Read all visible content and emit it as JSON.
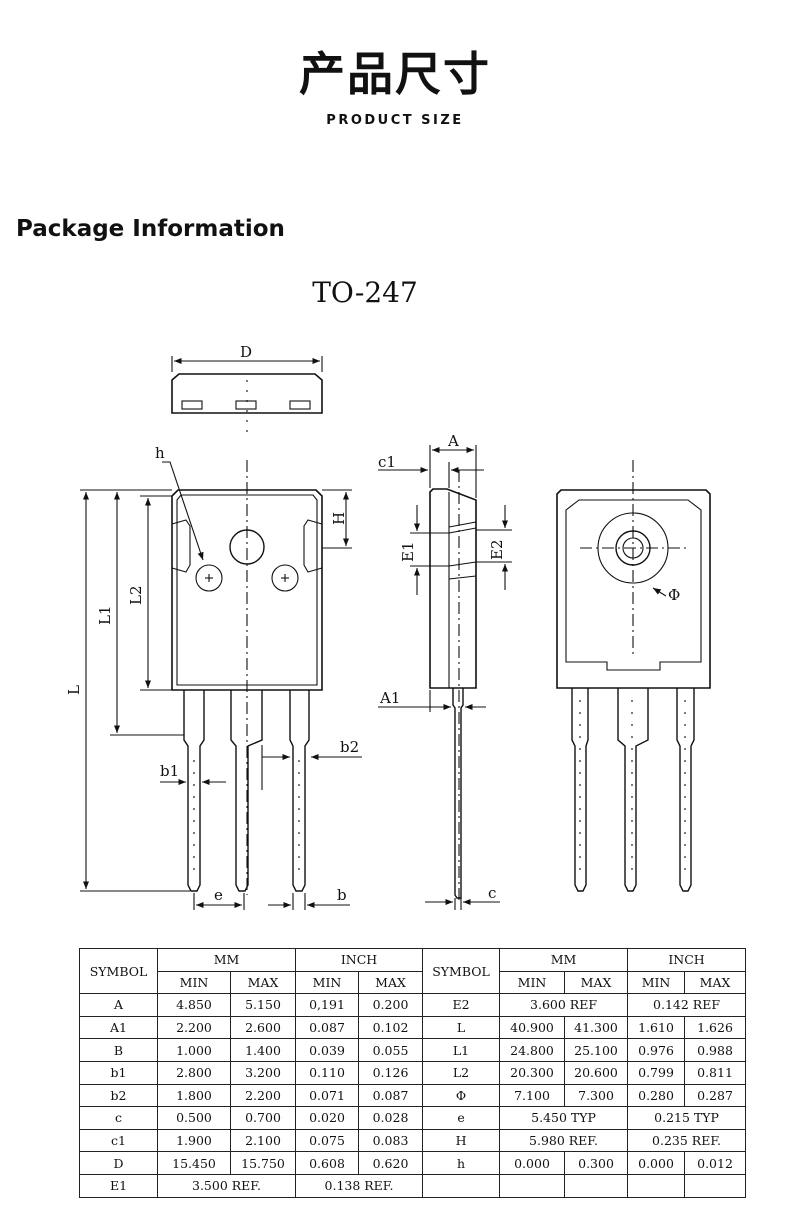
{
  "header": {
    "title_cn": "产品尺寸",
    "title_en": "PRODUCT SIZE"
  },
  "section": {
    "title": "Package Information",
    "package": "TO-247"
  },
  "drawing_labels": {
    "D": "D",
    "h": "h",
    "H": "H",
    "L": "L",
    "L1": "L1",
    "L2": "L2",
    "b1": "b1",
    "b2": "b2",
    "e": "e",
    "b": "b",
    "A": "A",
    "c1": "c1",
    "E1": "E1",
    "E2": "E2",
    "A1": "A1",
    "c": "c",
    "phi": "Φ"
  },
  "table": {
    "headers": {
      "symbol": "SYMBOL",
      "mm": "MM",
      "inch": "INCH",
      "min": "MIN",
      "max": "MAX"
    },
    "left": [
      {
        "symbol": "A",
        "mm_min": "4.850",
        "mm_max": "5.150",
        "in_min": "0,191",
        "in_max": "0.200"
      },
      {
        "symbol": "A1",
        "mm_min": "2.200",
        "mm_max": "2.600",
        "in_min": "0.087",
        "in_max": "0.102"
      },
      {
        "symbol": "B",
        "mm_min": "1.000",
        "mm_max": "1.400",
        "in_min": "0.039",
        "in_max": "0.055"
      },
      {
        "symbol": "b1",
        "mm_min": "2.800",
        "mm_max": "3.200",
        "in_min": "0.110",
        "in_max": "0.126"
      },
      {
        "symbol": "b2",
        "mm_min": "1.800",
        "mm_max": "2.200",
        "in_min": "0.071",
        "in_max": "0.087"
      },
      {
        "symbol": "c",
        "mm_min": "0.500",
        "mm_max": "0.700",
        "in_min": "0.020",
        "in_max": "0.028"
      },
      {
        "symbol": "c1",
        "mm_min": "1.900",
        "mm_max": "2.100",
        "in_min": "0.075",
        "in_max": "0.083"
      },
      {
        "symbol": "D",
        "mm_min": "15.450",
        "mm_max": "15.750",
        "in_min": "0.608",
        "in_max": "0.620"
      },
      {
        "symbol": "E1",
        "mm_ref": "3.500 REF.",
        "in_ref": "0.138 REF."
      }
    ],
    "right": [
      {
        "symbol": "E2",
        "mm_ref": "3.600 REF",
        "in_ref": "0.142 REF"
      },
      {
        "symbol": "L",
        "mm_min": "40.900",
        "mm_max": "41.300",
        "in_min": "1.610",
        "in_max": "1.626"
      },
      {
        "symbol": "L1",
        "mm_min": "24.800",
        "mm_max": "25.100",
        "in_min": "0.976",
        "in_max": "0.988"
      },
      {
        "symbol": "L2",
        "mm_min": "20.300",
        "mm_max": "20.600",
        "in_min": "0.799",
        "in_max": "0.811"
      },
      {
        "symbol": "Φ",
        "mm_min": "7.100",
        "mm_max": "7.300",
        "in_min": "0.280",
        "in_max": "0.287"
      },
      {
        "symbol": "e",
        "mm_ref": "5.450 TYP",
        "in_ref": "0.215 TYP"
      },
      {
        "symbol": "H",
        "mm_ref": "5.980 REF.",
        "in_ref": "0.235 REF."
      },
      {
        "symbol": "h",
        "mm_min": "0.000",
        "mm_max": "0.300",
        "in_min": "0.000",
        "in_max": "0.012"
      }
    ]
  }
}
